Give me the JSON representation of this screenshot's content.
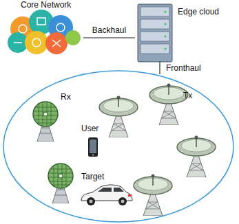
{
  "diagram": {
    "nodes": [
      {
        "text": [
          "Core Network"
        ]
      },
      {
        "text": [
          "Edge cloud"
        ]
      },
      {
        "text": [
          "Rx"
        ]
      },
      {
        "text": [
          "Tx"
        ]
      },
      {
        "text": [
          "User"
        ]
      },
      {
        "text": [
          "Target"
        ]
      }
    ],
    "edges": [
      {
        "from": 0,
        "to": 1,
        "label": "Backhaul",
        "arrow": "none"
      }
    ],
    "labels": [
      "Fronthaul"
    ]
  }
}
